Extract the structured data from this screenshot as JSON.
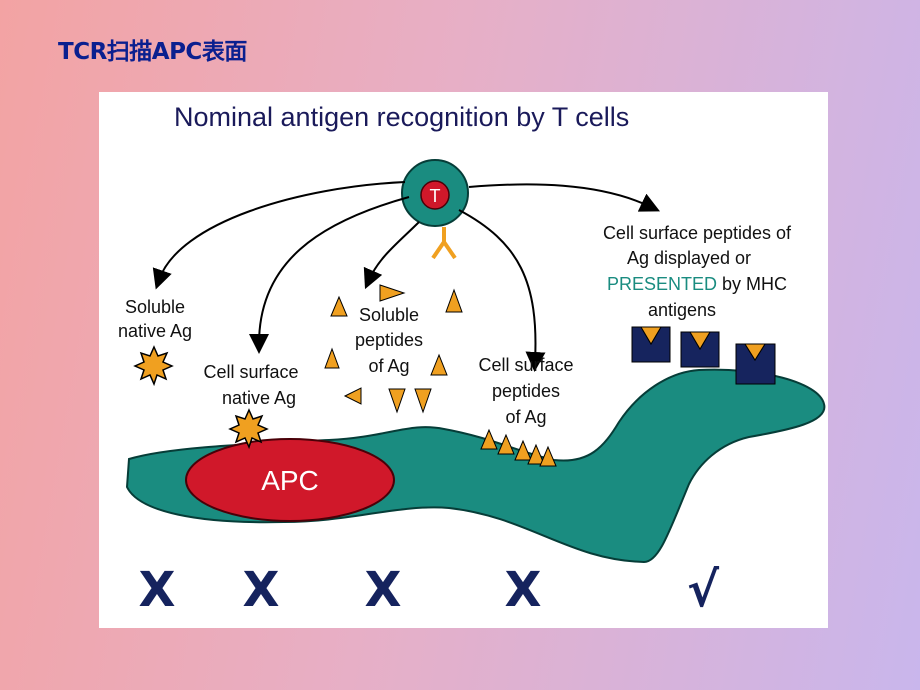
{
  "slide": {
    "title": "TCR扫描APC表面"
  },
  "figure": {
    "title": "Nominal antigen recognition by T cells",
    "t_cell_label": "T",
    "apc_label": "APC",
    "labels": {
      "soluble_native": [
        "Soluble",
        "native Ag"
      ],
      "cell_surface_native": [
        "Cell surface",
        "native Ag"
      ],
      "soluble_peptides": [
        "Soluble",
        "peptides",
        "of Ag"
      ],
      "cell_surface_peptides": [
        "Cell surface",
        "peptides",
        "of Ag"
      ],
      "mhc_presented": {
        "line1": "Cell surface peptides of",
        "line2": "Ag displayed or",
        "line3_highlight": "PRESENTED",
        "line3_rest": " by MHC",
        "line4": "antigens"
      }
    },
    "outcomes": [
      "X",
      "X",
      "X",
      "X",
      "√"
    ]
  },
  "colors": {
    "title": "#0a1f8f",
    "cell": "#1a8c80",
    "nucleus": "#d0182a",
    "antigen": "#f0a020",
    "mhc": "#16245e",
    "presented": "#1a8c80",
    "outcome": "#15235e"
  }
}
